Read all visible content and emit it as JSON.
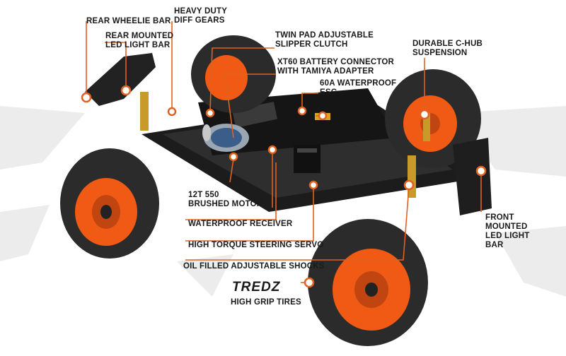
{
  "labels": {
    "rear_wheelie_bar": "REAR WHEELIE BAR",
    "heavy_duty_diff_line1": "HEAVY DUTY",
    "heavy_duty_diff_line2": "DIFF GEARS",
    "rear_led_line1": "REAR MOUNTED",
    "rear_led_line2": "LED LIGHT BAR",
    "slipper_line1": "TWIN PAD ADJUSTABLE",
    "slipper_line2": "SLIPPER CLUTCH",
    "battery_line1": "XT60 BATTERY CONNECTOR",
    "battery_line2": "WITH TAMIYA ADAPTER",
    "esc_line1": "60A WATERPROOF",
    "esc_line2": "ESC",
    "chub_line1": "DURABLE C-HUB",
    "chub_line2": "SUSPENSION",
    "motor_line1": "12T 550",
    "motor_line2": "BRUSHED MOTOR",
    "receiver": "WATERPROOF RECEIVER",
    "servo": "HIGH TORQUE STEERING SERVO",
    "shocks": "OIL FILLED ADJUSTABLE SHOCKS",
    "front_led_line1": "FRONT",
    "front_led_line2": "MOUNTED",
    "front_led_line3": "LED LIGHT",
    "front_led_line4": "BAR",
    "tires_brand": "TREDZ",
    "tires_line": "HIGH GRIP TIRES"
  },
  "colors": {
    "accent": "#e0621e",
    "text": "#1a1a1a",
    "wheel": "#f05a14",
    "tire": "#2b2b2b",
    "chassis": "#222222"
  }
}
